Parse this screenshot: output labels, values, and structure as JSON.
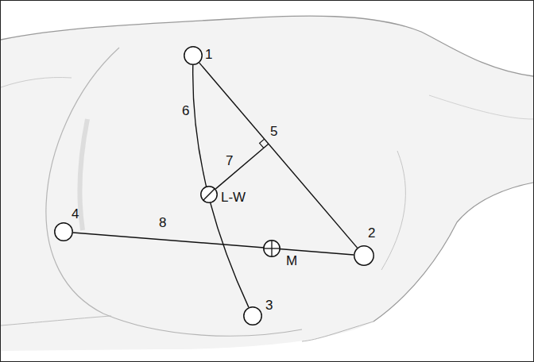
{
  "diagram": {
    "nodes": [
      {
        "text": [
          "1"
        ]
      },
      {
        "text": [
          "L-W"
        ]
      },
      {
        "text": [
          "4"
        ]
      },
      {
        "text": [
          "M"
        ]
      },
      {
        "text": [
          "2"
        ]
      },
      {
        "text": [
          "3"
        ]
      }
    ],
    "edges": [
      {
        "from": 0,
        "to": 4,
        "arrow": "none"
      },
      {
        "from": 0,
        "to": 5,
        "label": "6",
        "arrow": "none"
      },
      {
        "from": 2,
        "to": 4,
        "label": "8",
        "arrow": "none"
      }
    ],
    "labels": [
      "5",
      "7"
    ]
  }
}
